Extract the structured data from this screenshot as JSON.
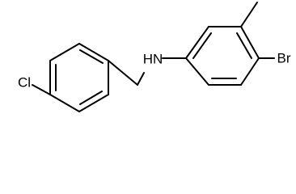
{
  "molecule": {
    "atom_labels": {
      "chlorine": "Cl",
      "amine": "HN",
      "bromine": "Br"
    },
    "bond_color": "#000000",
    "background_color": "#ffffff"
  }
}
